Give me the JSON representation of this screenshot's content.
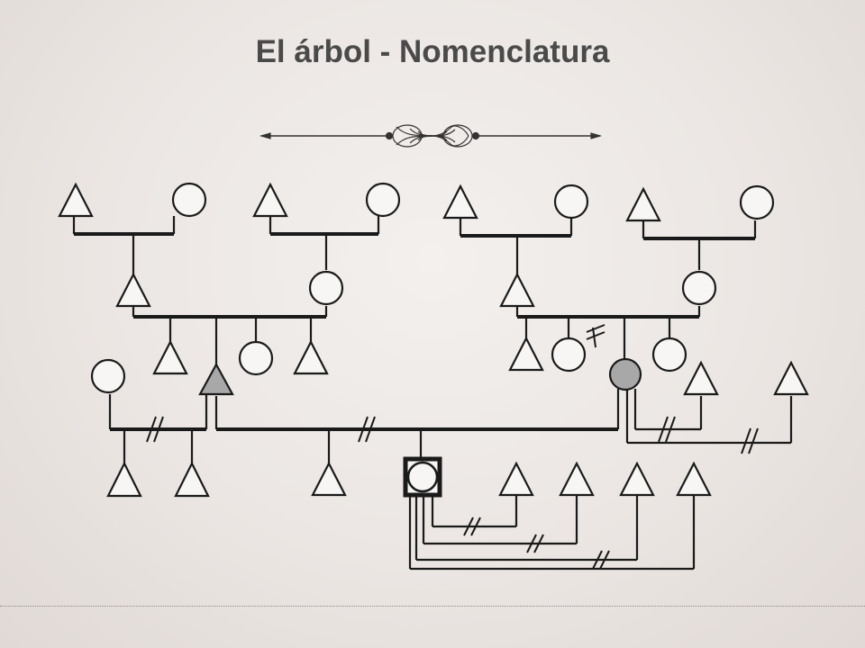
{
  "slide": {
    "title": "El árbol - Nomenclatura"
  },
  "colors": {
    "line": "#1a1a1a",
    "symbol_fill": "#f7f6f4",
    "affected_fill": "#a8a8a8",
    "title": "#4a4a4a",
    "background": "#ece7e4"
  },
  "ornament": {
    "icon": "scroll-divider-ornament"
  },
  "legend_semantics": {
    "male": "triangle",
    "female": "circle",
    "separation": "double-slash",
    "proband": "boxed-circle",
    "shaded": "affected-individual"
  }
}
